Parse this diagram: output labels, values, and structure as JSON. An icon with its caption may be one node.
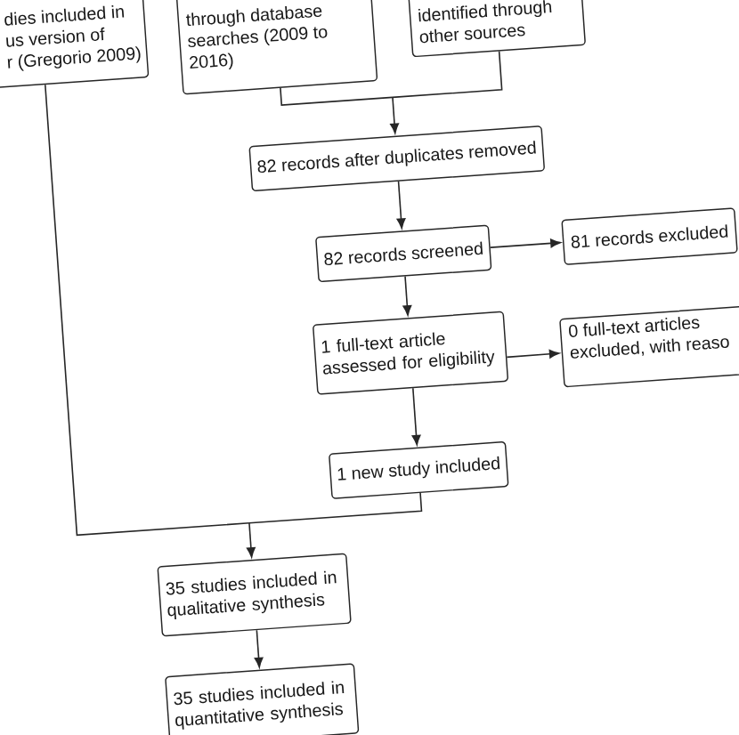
{
  "diagram": {
    "nodes": [
      {
        "text": [
          "dies included in us version of r (Gregorio 2009)"
        ]
      },
      {
        "text": [
          "through database searches (2009 to 2016)"
        ]
      },
      {
        "text": [
          "identified through other sources"
        ]
      },
      {
        "text": [
          "82 records after duplicates removed"
        ]
      },
      {
        "text": [
          "82 records screened"
        ]
      },
      {
        "text": [
          "81 records excluded"
        ]
      },
      {
        "text": [
          "1 full-text article assessed for eligibility"
        ]
      },
      {
        "text": [
          "0 full-text articles excluded, with reaso"
        ]
      },
      {
        "text": [
          "1 new study included"
        ]
      },
      {
        "text": [
          "35 studies included in qualitative synthesis"
        ]
      },
      {
        "text": [
          "35 studies included in quantitative synthesis"
        ]
      }
    ],
    "edges": [
      {
        "from": 1,
        "to": 3,
        "arrow": "to"
      },
      {
        "from": 2,
        "to": 3,
        "arrow": "to"
      },
      {
        "from": 3,
        "to": 4,
        "arrow": "to"
      },
      {
        "from": 4,
        "to": 5,
        "arrow": "to"
      },
      {
        "from": 4,
        "to": 6,
        "arrow": "to"
      },
      {
        "from": 6,
        "to": 7,
        "arrow": "to"
      },
      {
        "from": 6,
        "to": 8,
        "arrow": "to"
      },
      {
        "from": 0,
        "to": 9,
        "arrow": "to"
      },
      {
        "from": 8,
        "to": 9,
        "arrow": "to"
      },
      {
        "from": 9,
        "to": 10,
        "arrow": "to"
      }
    ]
  }
}
